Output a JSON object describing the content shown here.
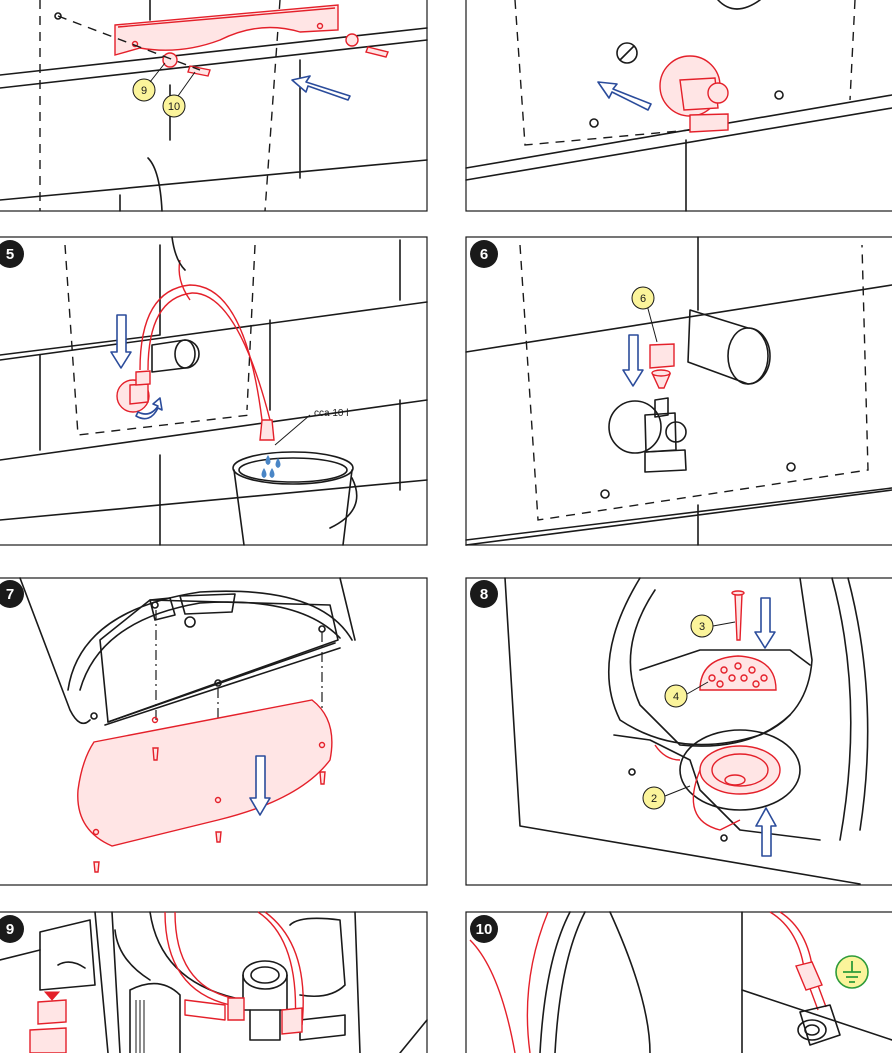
{
  "steps": [
    {
      "number": "",
      "callouts": [
        "9",
        "10"
      ]
    },
    {
      "number": "",
      "callouts": []
    },
    {
      "number": "5",
      "callouts": [],
      "note": "cca 10 l"
    },
    {
      "number": "6",
      "callouts": [
        "6"
      ]
    },
    {
      "number": "7",
      "callouts": []
    },
    {
      "number": "8",
      "callouts": [
        "3",
        "4",
        "2"
      ]
    },
    {
      "number": "9",
      "callouts": []
    },
    {
      "number": "10",
      "callouts": []
    }
  ],
  "colors": {
    "outline": "#1a1a1a",
    "highlight_part": "#e4202a",
    "arrow": "#2b4c9b",
    "callout_fill": "#fbf49b",
    "water": "#4a86c6",
    "ground_symbol": "#2e9b3a"
  },
  "icons": [
    "earth-ground-icon",
    "water-drop-icon",
    "down-arrow-icon",
    "up-arrow-icon",
    "diagonal-arrow-icon"
  ]
}
